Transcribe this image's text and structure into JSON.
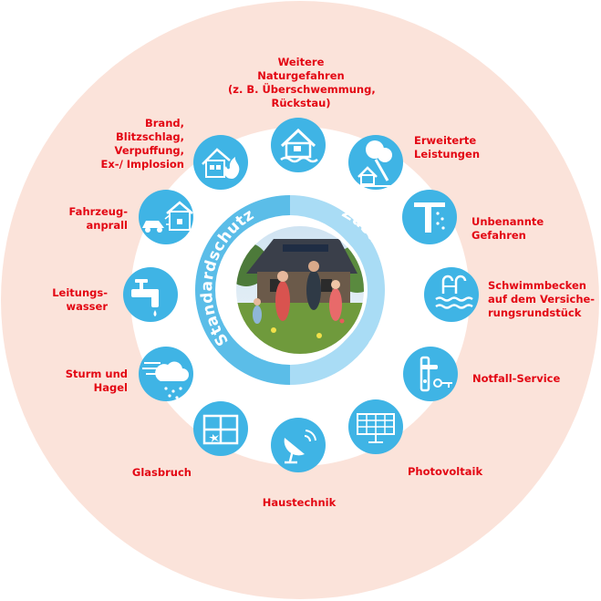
{
  "colors": {
    "outer_ring": "#fbe3da",
    "inner_ring": "#ffffff",
    "icon_blue": "#3fb4e5",
    "label_red": "#e30613",
    "standard_arc": "#5bbde8",
    "addon_arc": "#a9dcf5"
  },
  "center": {
    "standard_label": "Standardschutz",
    "addon_label": "Zusatzbausteine",
    "photo": "family-running-in-garden-photo"
  },
  "items": [
    {
      "id": "weitere-naturgefahren",
      "icon": "house-flood-icon",
      "label": "Weitere\nNaturgefahren\n(z. B. Überschwemmung,\nRückstau)",
      "group": "addon"
    },
    {
      "id": "erweiterte-leistungen",
      "icon": "tree-falling-on-house-icon",
      "label": "Erweiterte\nLeistungen",
      "group": "addon"
    },
    {
      "id": "unbenannte-gefahren",
      "icon": "gutter-drip-icon",
      "label": "Unbenannte\nGefahren",
      "group": "addon"
    },
    {
      "id": "schwimmbecken",
      "icon": "swimming-pool-icon",
      "label": "Schwimmbecken\nauf dem Versiche-\nrungsrundstück",
      "group": "addon"
    },
    {
      "id": "notfall-service",
      "icon": "door-handle-key-icon",
      "label": "Notfall-Service",
      "group": "addon"
    },
    {
      "id": "photovoltaik",
      "icon": "solar-panel-icon",
      "label": "Photovoltaik",
      "group": "addon"
    },
    {
      "id": "haustechnik",
      "icon": "satellite-dish-icon",
      "label": "Haustechnik",
      "group": "addon"
    },
    {
      "id": "glasbruch",
      "icon": "broken-window-icon",
      "label": "Glasbruch",
      "group": "standard"
    },
    {
      "id": "sturm-hagel",
      "icon": "storm-hail-icon",
      "label": "Sturm und\nHagel",
      "group": "standard"
    },
    {
      "id": "leitungswasser",
      "icon": "water-tap-icon",
      "label": "Leitungs-\nwasser",
      "group": "standard"
    },
    {
      "id": "fahrzeuganprall",
      "icon": "car-crash-house-icon",
      "label": "Fahrzeug-\nanprall",
      "group": "standard"
    },
    {
      "id": "brand",
      "icon": "house-fire-icon",
      "label": "Brand,\nBlitzschlag,\nVerpuffung,\nEx-/ Implosion",
      "group": "standard"
    }
  ]
}
